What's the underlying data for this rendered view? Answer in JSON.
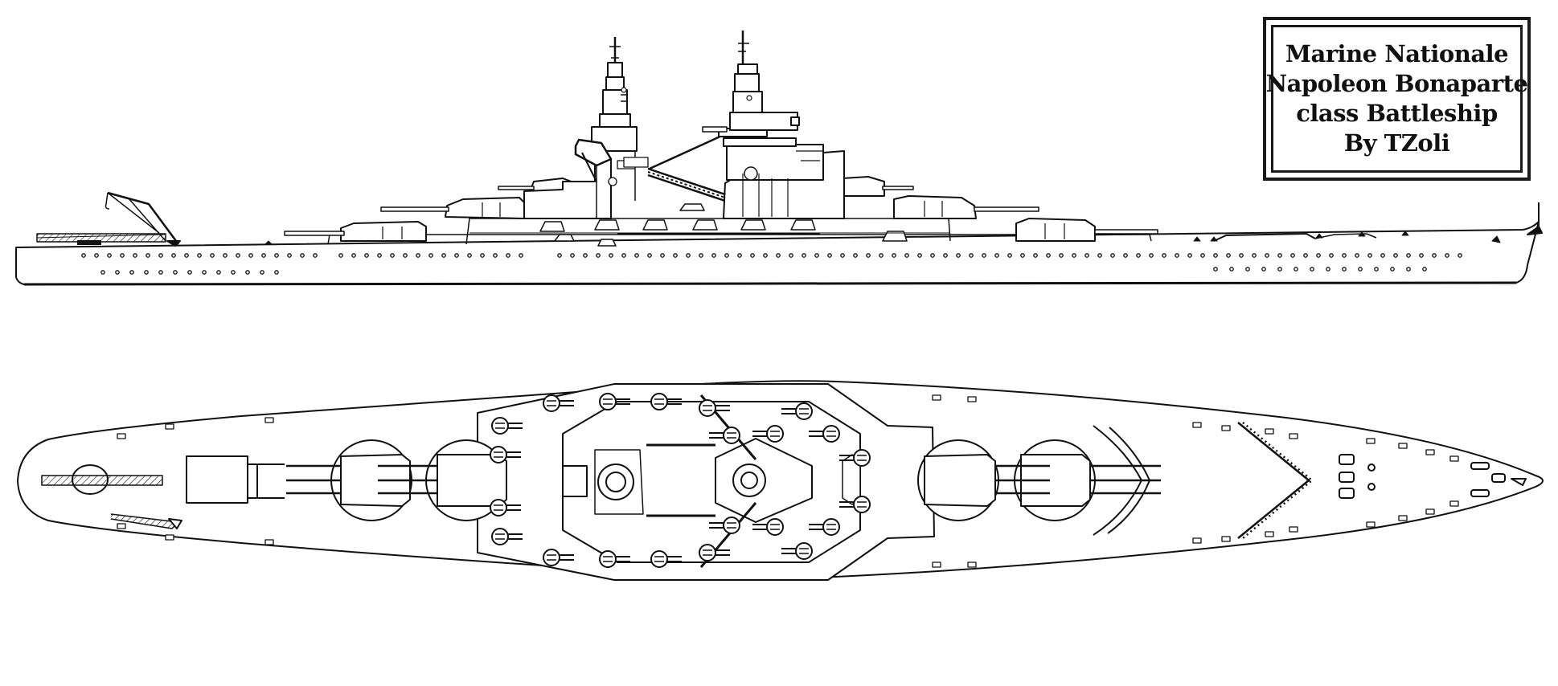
{
  "title_plate": {
    "line1": "Marine Nationale",
    "line2": "Napoleon Bonaparte",
    "line3": "class Battleship",
    "line4": "By TZoli"
  },
  "colors": {
    "ink": "#111111",
    "paper": "#ffffff"
  }
}
